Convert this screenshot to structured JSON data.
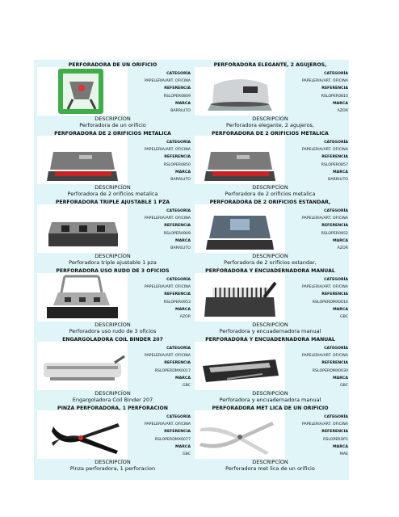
{
  "labels": {
    "category": "CATEGORÍA",
    "reference": "REFERENCIA",
    "brand": "MARCA",
    "description": "DESCRIPCÍON"
  },
  "products": [
    {
      "title": "PERFORADORA DE UN ORIFICIO",
      "category": "PAPELERIA/ART. OFICINA",
      "reference": "RSLOPER0809",
      "brand": "BARRILITO",
      "description": "Perforadora de un orificio",
      "image": "single-hole-punch-icon"
    },
    {
      "title": "PERFORADORA ELEGANTE, 2 AGUJEROS,",
      "category": "PAPELERIA/ART. OFICINA",
      "reference": "RSLOPER0810",
      "brand": "AZOR",
      "description": "Perforadora elegante, 2 agujeros,",
      "image": "two-hole-punch-icon"
    },
    {
      "title": "PERFORADORA DE 2 ORIFICIOS METALICA",
      "category": "PAPELERIA/ART. OFICINA",
      "reference": "RSLOPER0850",
      "brand": "BARRILITO",
      "description": "Perforadora de 2 orificios metalica",
      "image": "metal-punch-icon"
    },
    {
      "title": "PERFORADORA DE 2 ORIFICIOS METALICA",
      "category": "PAPELERIA/ART. OFICINA",
      "reference": "RSLOPER0857",
      "brand": "BARRILITO",
      "description": "Perforadora de 2 orificios metalica",
      "image": "metal-punch-icon"
    },
    {
      "title": "PERFORADORA TRIPLE AJUSTABLE 1 PZA",
      "category": "PAPELERIA/ART. OFICINA",
      "reference": "RSLOPER0909",
      "brand": "BARRILITO",
      "description": "Perforadora triple ajustable 1 pza",
      "image": "triple-punch-icon"
    },
    {
      "title": "PERFORADORA DE 2 ORIFICIOS ESTANDAR,",
      "category": "PAPELERIA/ART. OFICINA",
      "reference": "RSLOPER0952",
      "brand": "AZOR",
      "description": "Perforadora de 2 orificios estandar,",
      "image": "standard-punch-icon"
    },
    {
      "title": "PERFORADORA USO RUDO DE 3 OFICIOS",
      "category": "PAPELERIA/ART. OFICINA",
      "reference": "RSLOPER0953",
      "brand": "AZOR",
      "description": "Perforadora uso rudo de 3 oficios",
      "image": "heavy-duty-punch-icon"
    },
    {
      "title": "PERFORADORA Y ENCUADERNADORA MANUAL",
      "category": "PAPELERIA/ART. OFICINA",
      "reference": "RSLOPERDMX0016",
      "brand": "GBC",
      "description": "Perforadora y encuadernadora manual",
      "image": "binding-machine-icon"
    },
    {
      "title": "ENGARGOLADORA COIL BINDER 207",
      "category": "PAPELERIA/ART. OFICINA",
      "reference": "RSLOPERDMX0017",
      "brand": "GBC",
      "description": "Engargoladora Coil Binder 207",
      "image": "coil-binder-icon"
    },
    {
      "title": "PERFORADORA Y ENCUADERNADORA MANUAL",
      "category": "PAPELERIA/ART. OFICINA",
      "reference": "RSLOPERDMX0030",
      "brand": "GBC",
      "description": "Perforadora y encuadernadora manual",
      "image": "manual-binder-icon"
    },
    {
      "title": "PINZA PERFORADORA, 1 PERFORACION",
      "category": "PAPELERIA/ART. OFICINA",
      "reference": "RSLOPERDMX0077",
      "brand": "GBC",
      "description": "Pinza perforadora, 1 perforacion",
      "image": "plier-punch-icon"
    },
    {
      "title": "PERFORADORA MET LICA DE UN ORIFICIO",
      "category": "PAPELERIA/ART. OFICINA",
      "reference": "RSLOPERDP1",
      "brand": "MAE",
      "description": "Perforadora met lica de un orificio",
      "image": "metal-plier-punch-icon"
    }
  ]
}
